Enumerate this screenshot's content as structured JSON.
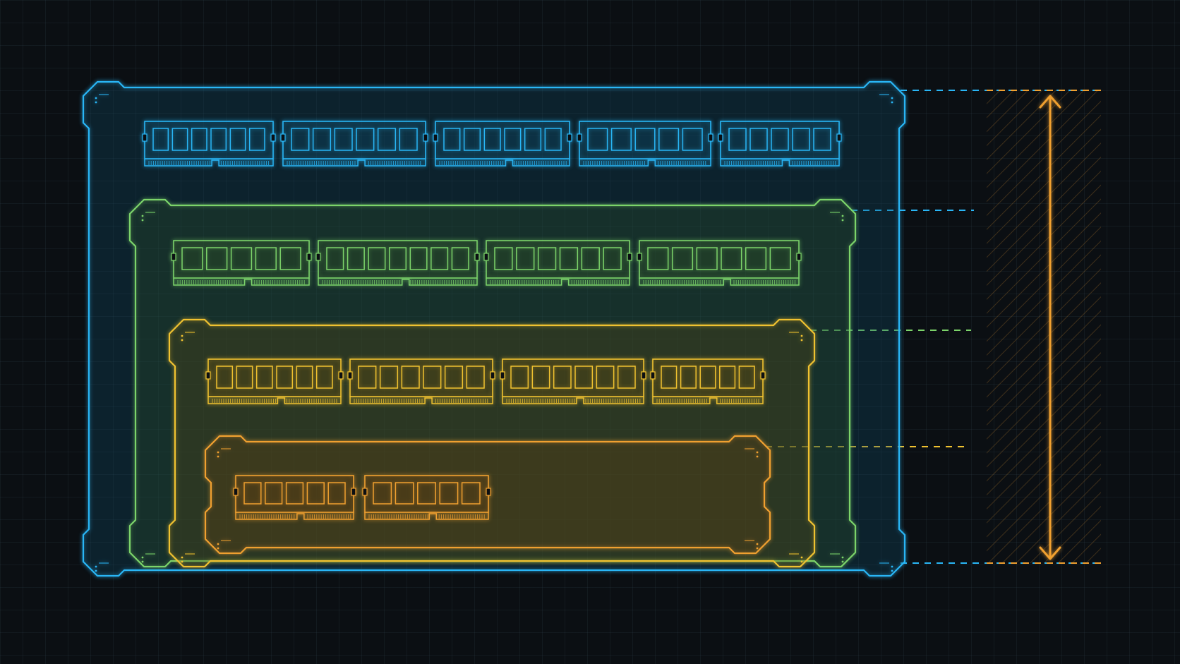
{
  "colors": {
    "background": "#0b0f13",
    "tier_1": "#29b6f6",
    "tier_2": "#7cd46a",
    "tier_3": "#f0c230",
    "tier_4": "#f0a030",
    "dimension_arrow": "#f0a030"
  },
  "tiers": [
    {
      "name": "tier-1",
      "color": "#29b6f6",
      "module_count": 5,
      "chip_counts": [
        6,
        6,
        6,
        5,
        5
      ]
    },
    {
      "name": "tier-2",
      "color": "#7cd46a",
      "module_count": 4,
      "chip_counts": [
        5,
        7,
        6,
        6
      ]
    },
    {
      "name": "tier-3",
      "color": "#f0c230",
      "module_count": 4,
      "chip_counts": [
        6,
        6,
        6,
        5
      ]
    },
    {
      "name": "tier-4",
      "color": "#f0a030",
      "module_count": 2,
      "chip_counts": [
        5,
        5
      ]
    }
  ],
  "dimension_indicator": {
    "icon": "double-arrow-icon",
    "orientation": "vertical",
    "hatched_band": true
  }
}
